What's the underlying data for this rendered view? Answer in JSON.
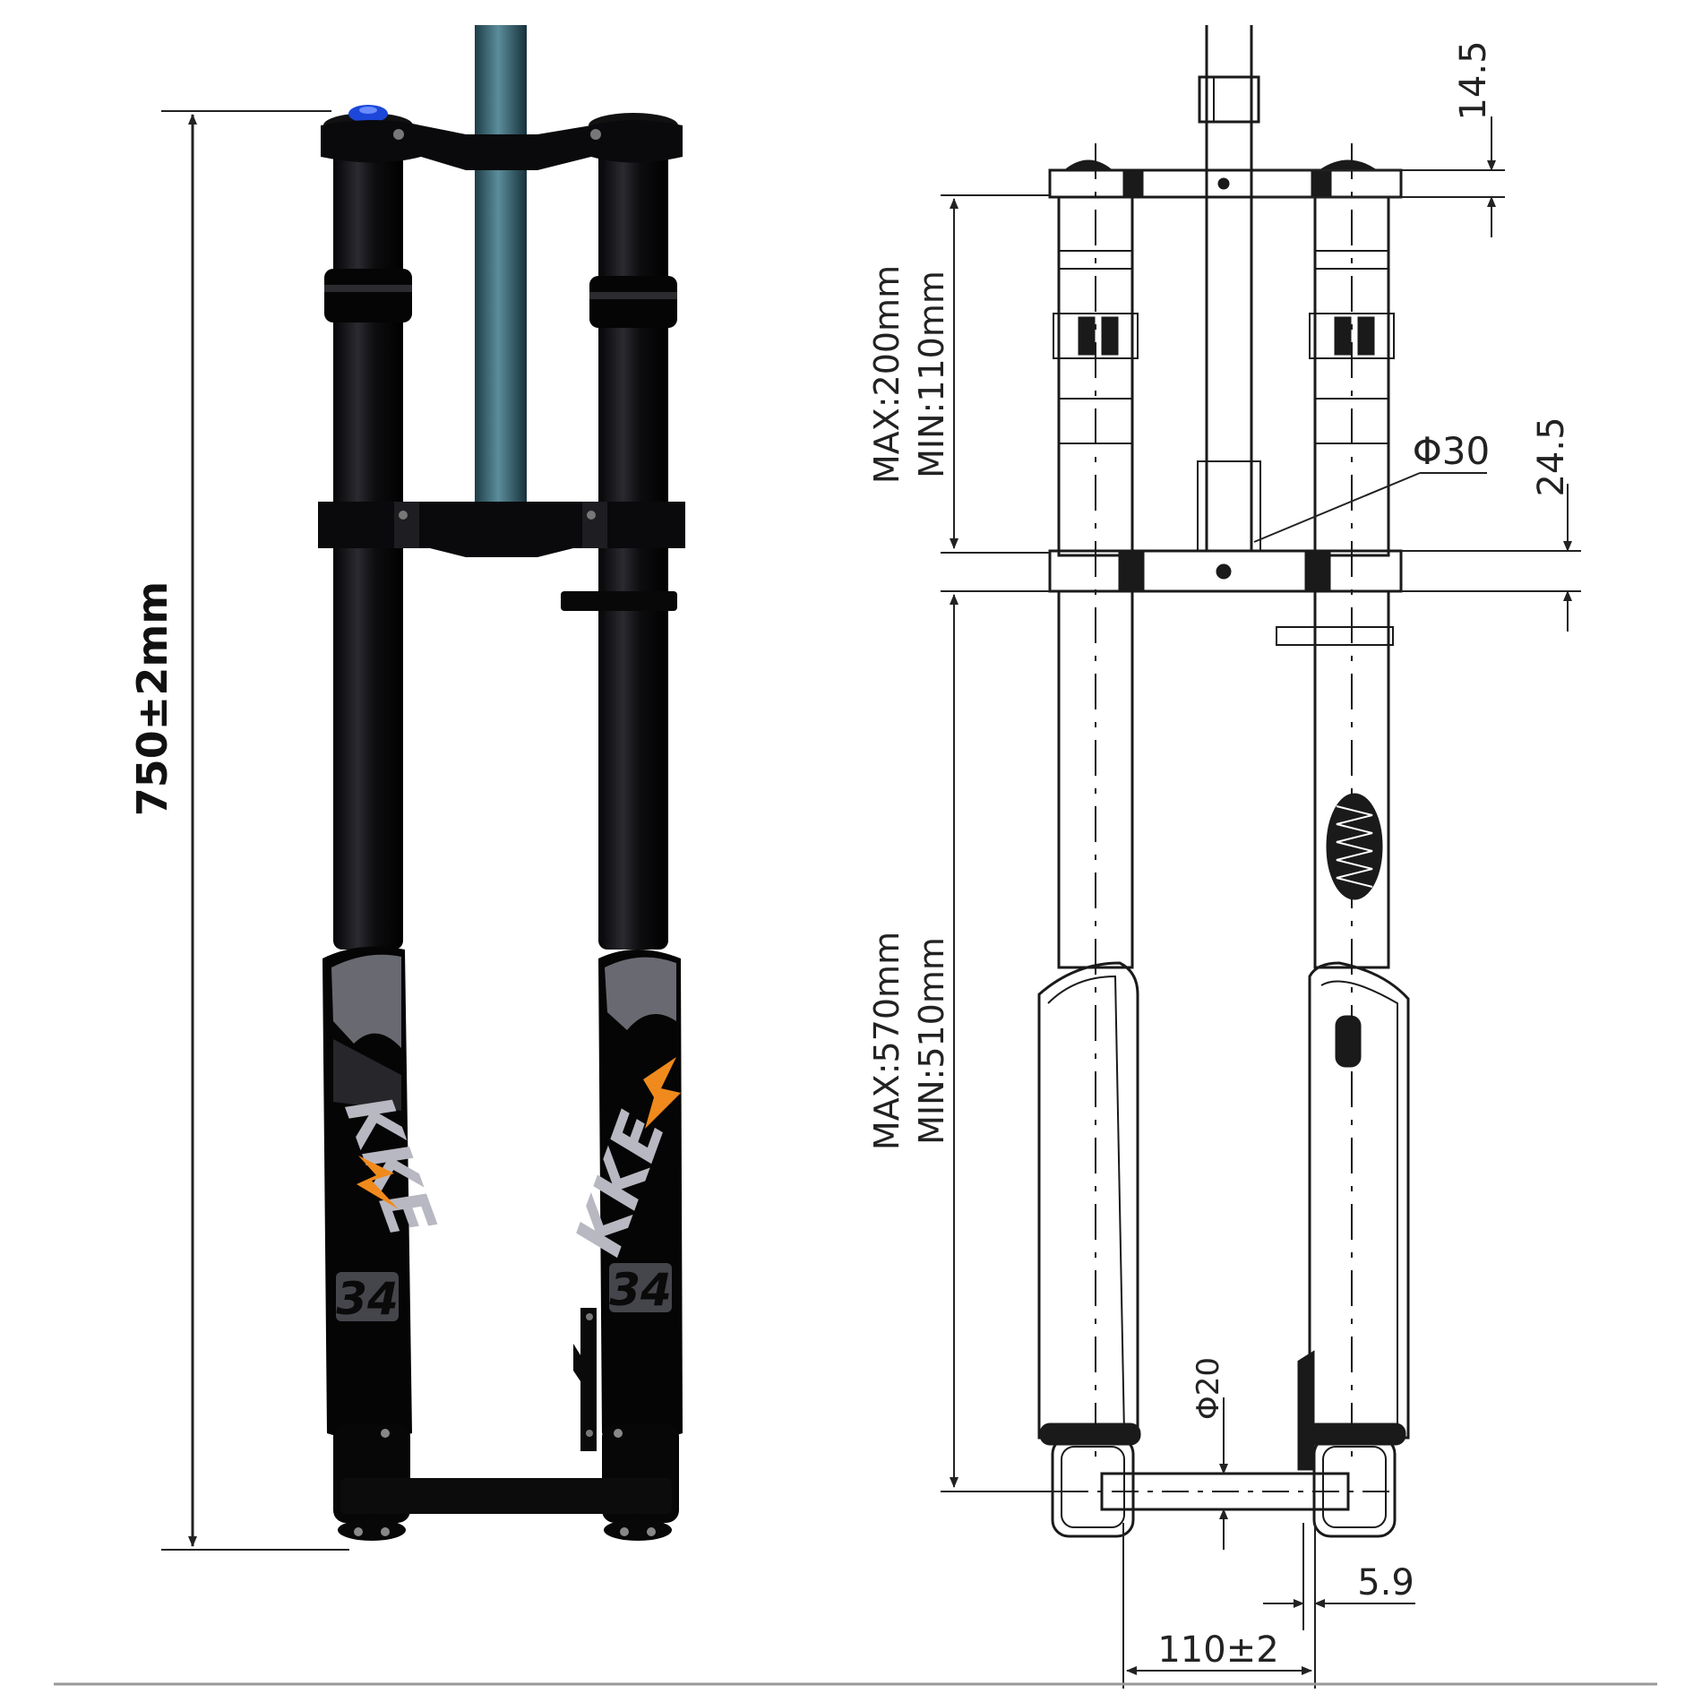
{
  "photo": {
    "overall_length": "750±2mm",
    "brand_text": "KKE",
    "leg_number": "34",
    "colors": {
      "leg": "#0d0d0f",
      "leg_highlight": "#2a2a30",
      "steerer": "#3d6f7e",
      "adjuster_cap": "#1c47d8",
      "graphic_gray": "#8b8b95",
      "accent_orange": "#f08a1c"
    }
  },
  "drawing": {
    "top_offset": "14.5",
    "upper_travel_max": "MAX:200mm",
    "upper_travel_min": "MIN:110mm",
    "steerer_diameter": "Φ30",
    "crown_thickness": "24.5",
    "lower_travel_max": "MAX:570mm",
    "lower_travel_min": "MIN:510mm",
    "axle_diameter": "Φ20",
    "dropout_offset": "5.9",
    "axle_width": "110±2"
  }
}
